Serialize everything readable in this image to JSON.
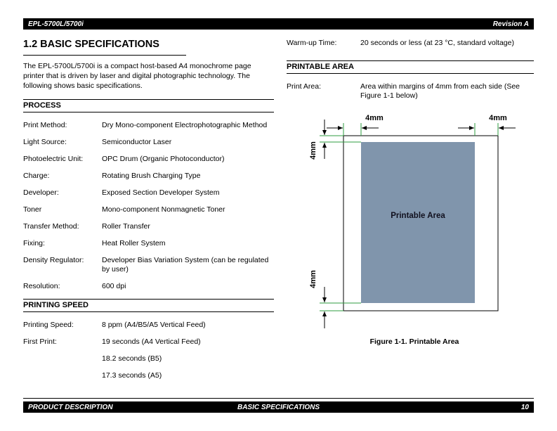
{
  "page": {
    "header": {
      "left": "EPL-5700L/5700i",
      "right": "Revision A"
    },
    "footer": {
      "left": "PRODUCT DESCRIPTION",
      "center": "BASIC SPECIFICATIONS",
      "page_number": "10"
    }
  },
  "left_column": {
    "title": "1.2  BASIC SPECIFICATIONS",
    "intro": "The EPL-5700L/5700i is a compact host-based A4 monochrome page printer that is driven by laser and digital photographic technology.  The following shows basic specifications.",
    "process": {
      "heading": "PROCESS",
      "rows": [
        {
          "label": "Print Method:",
          "value": "Dry Mono-component Electrophotographic Method"
        },
        {
          "label": "Light Source:",
          "value": "Semiconductor Laser"
        },
        {
          "label": "Photoelectric Unit:",
          "value": "OPC Drum (Organic Photoconductor)"
        },
        {
          "label": "Charge:",
          "value": "Rotating Brush Charging Type"
        },
        {
          "label": "Developer:",
          "value": "Exposed Section Developer System"
        },
        {
          "label": "Toner",
          "value": "Mono-component Nonmagnetic Toner"
        },
        {
          "label": "Transfer Method:",
          "value": "Roller Transfer"
        },
        {
          "label": "Fixing:",
          "value": "Heat Roller System"
        },
        {
          "label": "Density Regulator:",
          "value": "Developer Bias Variation System (can be regulated by user)"
        },
        {
          "label": "Resolution:",
          "value": "600 dpi"
        }
      ]
    },
    "printing_speed": {
      "heading": "PRINTING SPEED",
      "rows": [
        {
          "label": "Printing Speed:",
          "value": "8 ppm (A4/B5/A5 Vertical Feed)"
        },
        {
          "label": "First Print:",
          "value": "19 seconds (A4 Vertical Feed)"
        },
        {
          "label": "",
          "value": "18.2 seconds (B5)"
        },
        {
          "label": "",
          "value": "17.3 seconds (A5)"
        }
      ]
    }
  },
  "right_column": {
    "warm_up": {
      "label": "Warm-up Time:",
      "value": "20 seconds or less (at 23 °C, standard voltage)"
    },
    "printable_area_heading": "PRINTABLE AREA",
    "print_area": {
      "label": "Print Area:",
      "value": "Area within margins of 4mm from each side (See Figure 1-1 below)"
    }
  },
  "figure": {
    "caption": "Figure 1-1.  Printable Area",
    "area_label": "Printable Area",
    "margin_labels": {
      "top_left": "4mm",
      "top_right": "4mm",
      "left_top": "4mm",
      "left_bottom": "4mm"
    },
    "colors": {
      "printable_fill": "#8095ac",
      "guide_line": "#2f9e41"
    }
  }
}
